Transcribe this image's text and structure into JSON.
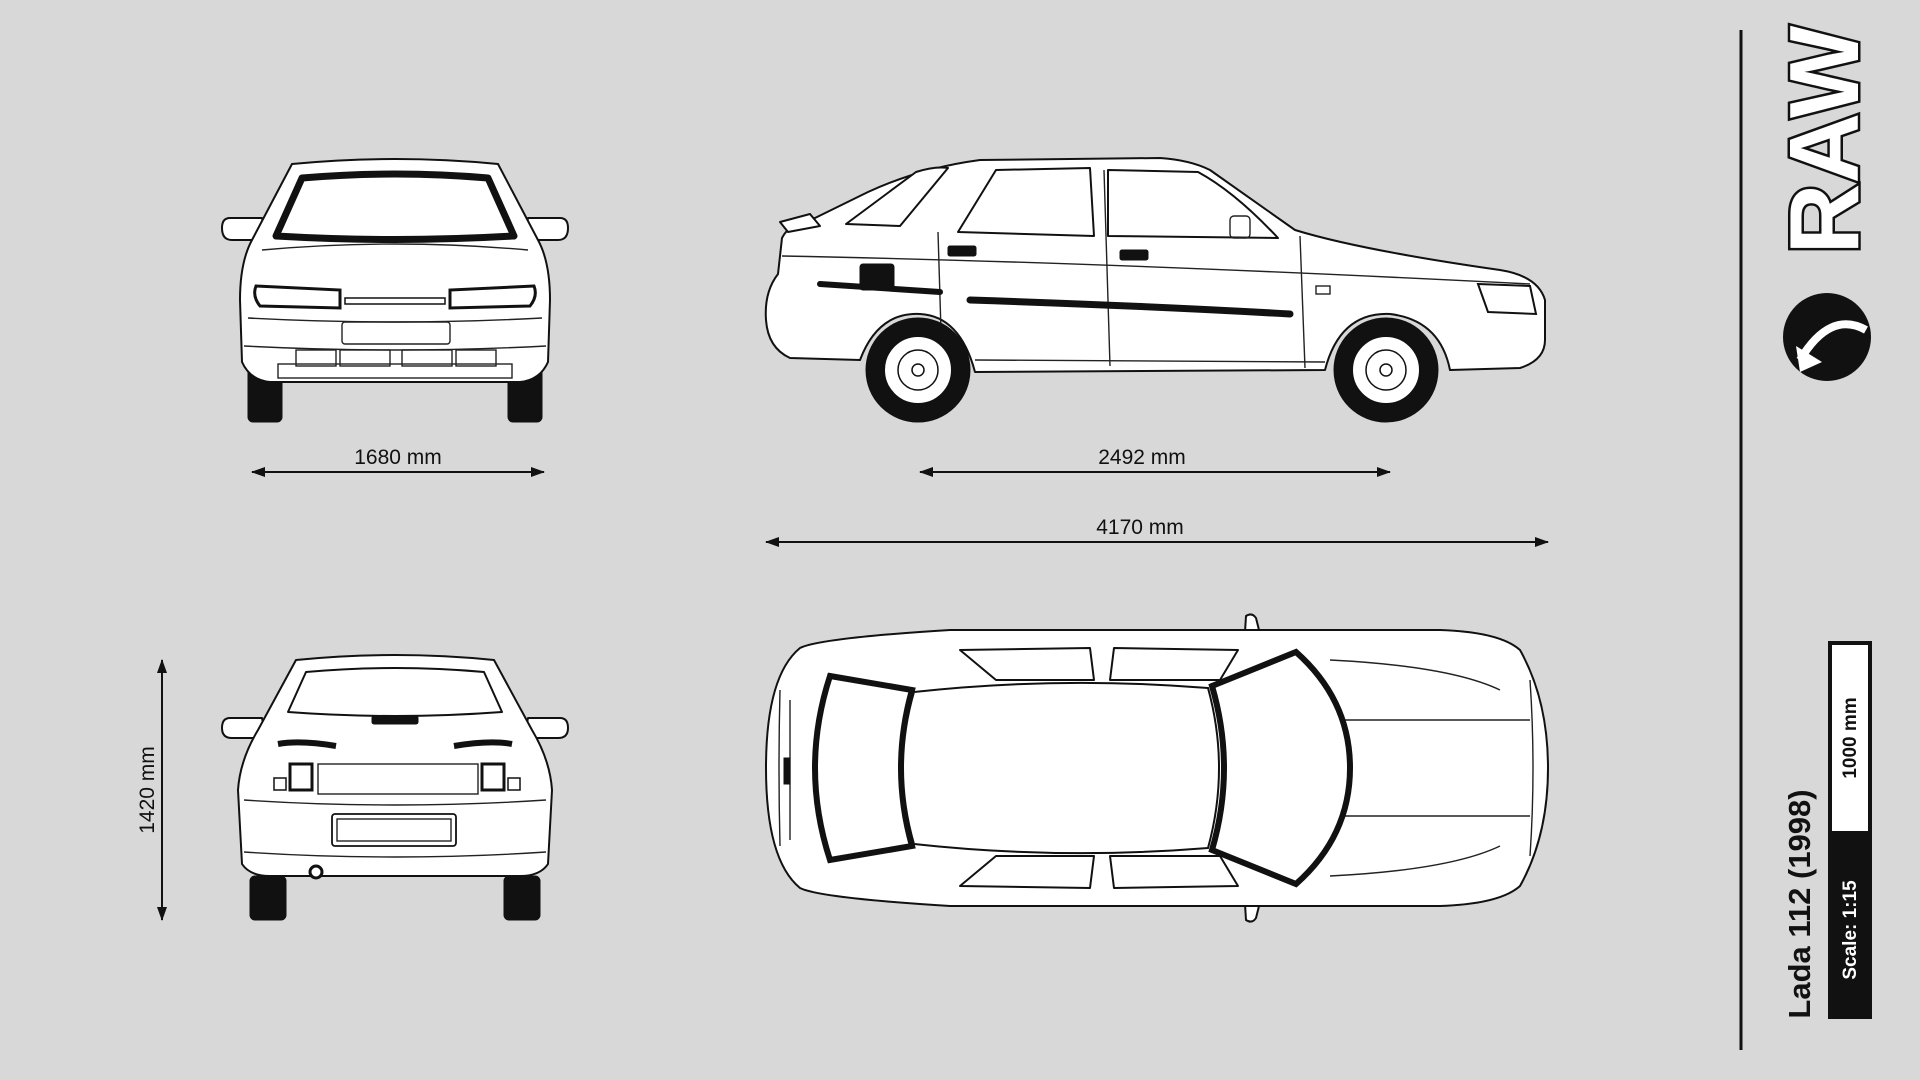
{
  "dimensions": {
    "width": "1680 mm",
    "wheelbase": "2492 mm",
    "length": "4170 mm",
    "height": "1420 mm"
  },
  "title_block": {
    "model": "Lada 112 (1998)",
    "scale": "Scale: 1:15",
    "scale_bar_label": "1000 mm",
    "brand": "RAW"
  },
  "colors": {
    "background": "#d8d8d8",
    "line": "#111111",
    "fill": "#ffffff"
  }
}
